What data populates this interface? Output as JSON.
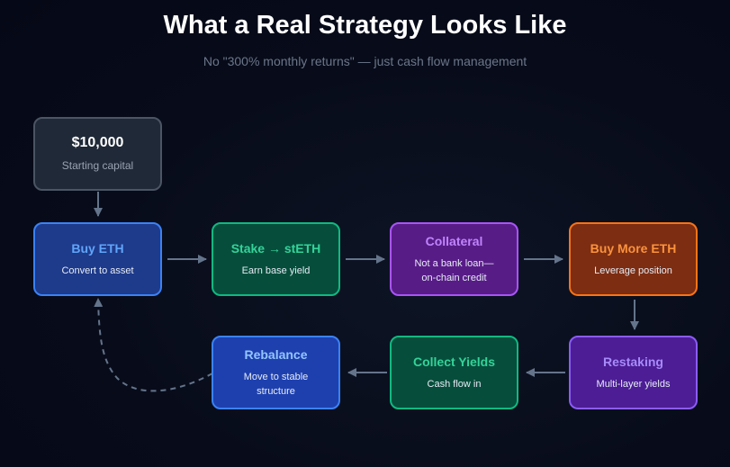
{
  "header": {
    "title": "What a Real Strategy Looks Like",
    "subtitle": "No \"300% monthly returns\" — just cash flow management"
  },
  "nodes": {
    "start": {
      "title": "$10,000",
      "subtitle": "Starting capital"
    },
    "buy_eth": {
      "title": "Buy ETH",
      "subtitle": "Convert to asset"
    },
    "stake": {
      "title": "Stake → stETH",
      "subtitle": "Earn base yield"
    },
    "collateral": {
      "title": "Collateral",
      "subtitle_line1": "Not a bank loan—",
      "subtitle_line2": "on-chain credit"
    },
    "buy_more": {
      "title": "Buy More ETH",
      "subtitle": "Leverage position"
    },
    "restaking": {
      "title": "Restaking",
      "subtitle": "Multi-layer yields"
    },
    "collect": {
      "title": "Collect Yields",
      "subtitle": "Cash flow in"
    },
    "rebalance": {
      "title": "Rebalance",
      "subtitle_line1": "Move to stable",
      "subtitle_line2": "structure"
    }
  },
  "edges": [
    {
      "from": "start",
      "to": "buy_eth",
      "style": "solid"
    },
    {
      "from": "buy_eth",
      "to": "stake",
      "style": "solid"
    },
    {
      "from": "stake",
      "to": "collateral",
      "style": "solid"
    },
    {
      "from": "collateral",
      "to": "buy_more",
      "style": "solid"
    },
    {
      "from": "buy_more",
      "to": "restaking",
      "style": "solid"
    },
    {
      "from": "restaking",
      "to": "collect",
      "style": "solid"
    },
    {
      "from": "collect",
      "to": "rebalance",
      "style": "solid"
    },
    {
      "from": "rebalance",
      "to": "buy_eth",
      "style": "dashed"
    }
  ],
  "colors": {
    "edge": "#64748b",
    "background": "#080c1a"
  }
}
